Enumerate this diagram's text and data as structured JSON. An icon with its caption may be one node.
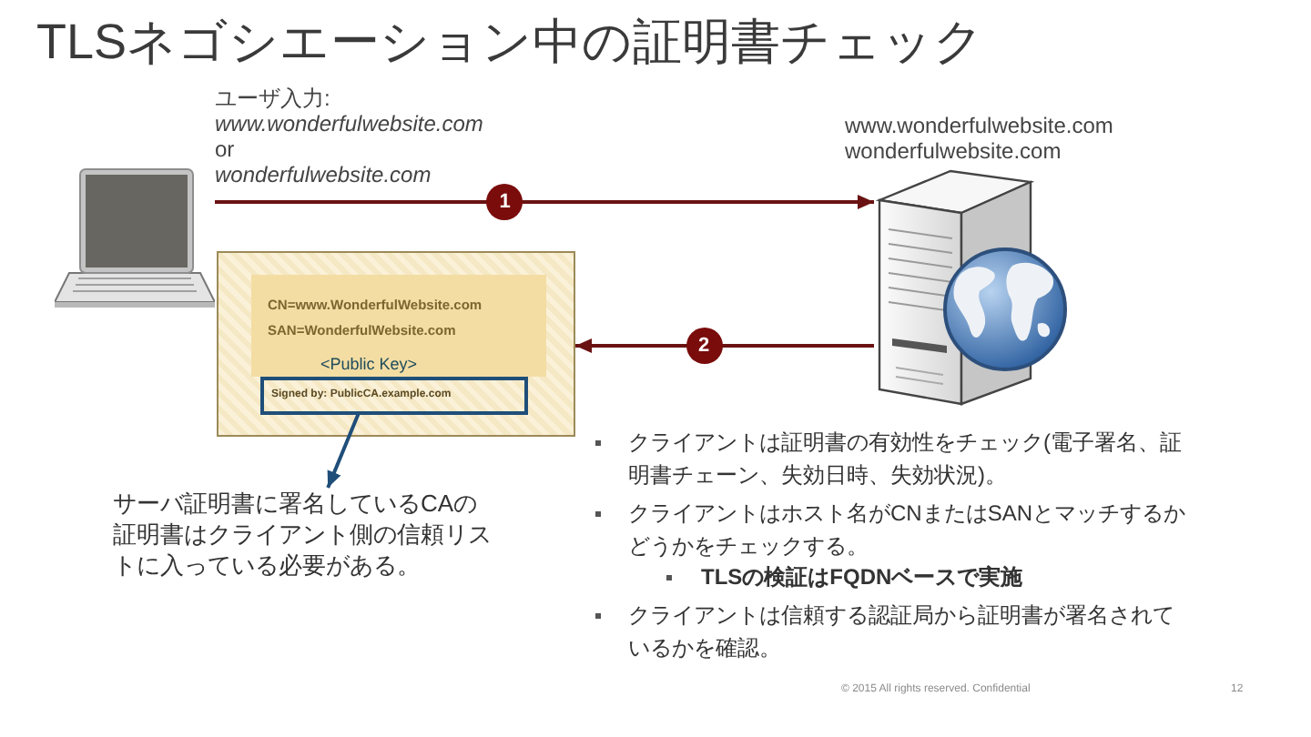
{
  "diagram": {
    "title": "TLSネゴシエーション中の証明書チェック",
    "nodes": [
      {
        "text": [],
        "shape": "picture",
        "beside": [
          "ユーザ入力:",
          "www.wonderfulwebsite.com",
          "or",
          "wonderfulwebsite.com"
        ]
      },
      {
        "text": [],
        "shape": "picture",
        "beside": [
          "www.wonderfulwebsite.com wonderfulwebsite.com"
        ]
      },
      {
        "text": [
          "CN=www.WonderfulWebsite.com",
          "SAN=WonderfulWebsite.com",
          "<Public Key>"
        ]
      },
      {
        "text": [
          "Signed by: PublicCA.example.com"
        ],
        "in": 2
      },
      {
        "text": [
          "サーバ証明書に署名しているCAの証明書はクライアント側の信頼リストに入っている必要がある。"
        ]
      }
    ],
    "edges": [
      {
        "from": 0,
        "to": 1,
        "arrow": "to",
        "label": "1"
      },
      {
        "from": 1,
        "to": 2,
        "arrow": "to",
        "label": "2"
      },
      {
        "from": 3,
        "to": 4,
        "arrow": "to",
        "color": "#1f4e79"
      }
    ],
    "labels": [
      "クライアントは証明書の有効性をチェック(電子署名、証明書チェーン、失効日時、失効状況)。",
      "クライアントはホスト名がCNまたはSANとマッチするかどうかをチェックする。",
      "TLSの検証はFQDNベースで実施",
      "クライアントは信頼する認証局から証明書が署名されているかを確認。",
      "© 2015 All rights reserved. Confidential",
      "12"
    ]
  }
}
